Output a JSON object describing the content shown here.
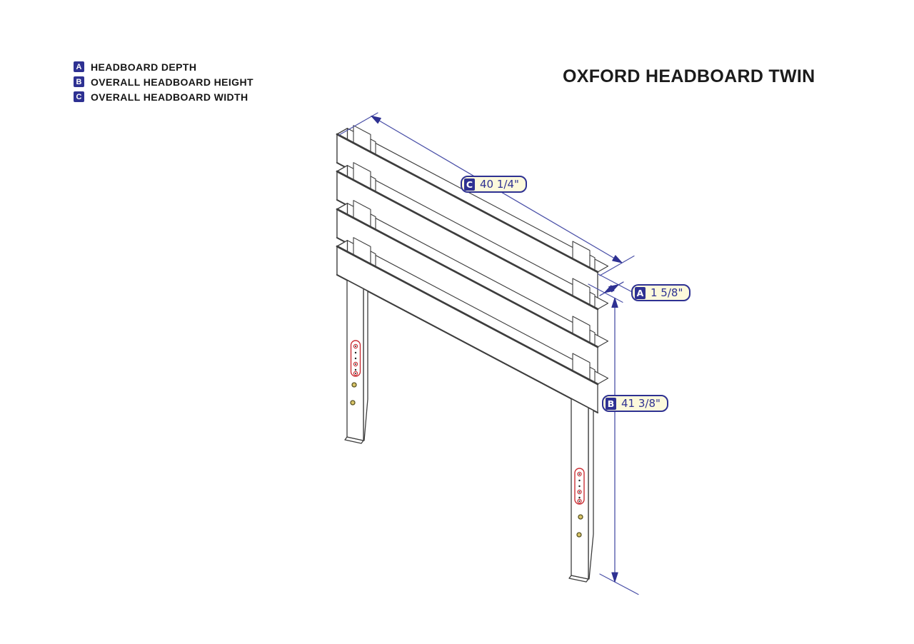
{
  "title": "OXFORD HEADBOARD TWIN",
  "legend": {
    "items": [
      {
        "key": "A",
        "label": "HEADBOARD DEPTH"
      },
      {
        "key": "B",
        "label": "OVERALL HEADBOARD HEIGHT"
      },
      {
        "key": "C",
        "label": "OVERALL HEADBOARD WIDTH"
      }
    ]
  },
  "dimensions": {
    "width": {
      "key": "C",
      "value": "40 1/4\""
    },
    "depth": {
      "key": "A",
      "value": "1 5/8\""
    },
    "height": {
      "key": "B",
      "value": "41 3/8\""
    }
  },
  "colors": {
    "ink": "#3d3d3d",
    "dim_line": "#4b51a8",
    "navy": "#2e3192",
    "label_fill": "#fcf9dc",
    "red": "#cb3036",
    "hole_fill": "#d9c467",
    "hole_ring": "#5a5526"
  }
}
